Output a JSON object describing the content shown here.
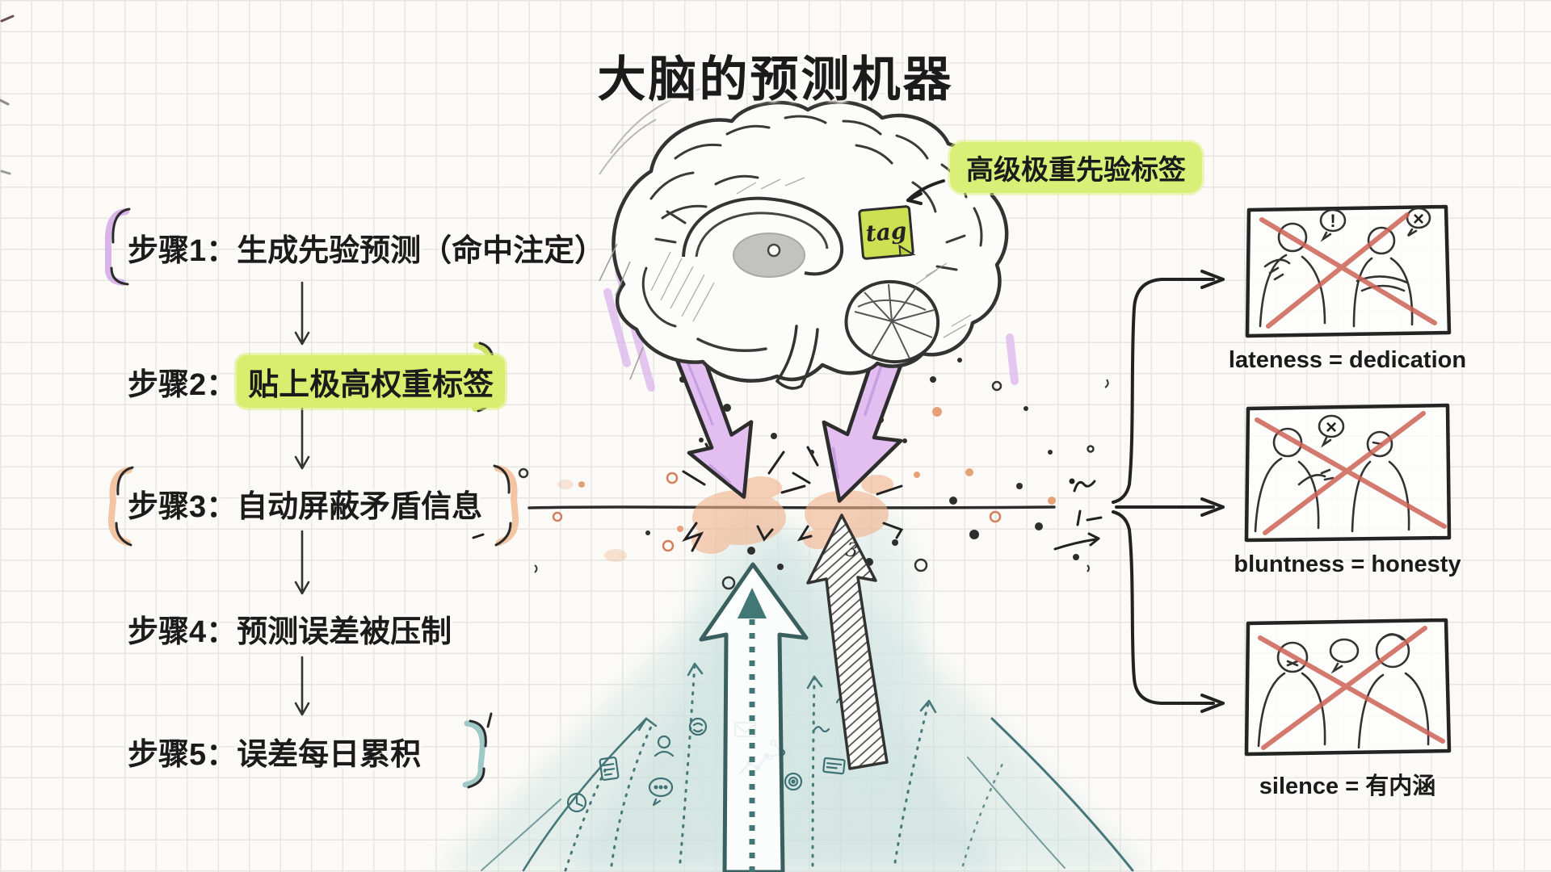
{
  "title": "大脑的预测机器",
  "steps": [
    {
      "label": "步骤1：生成先验预测（命中注定）"
    },
    {
      "prefix": "步骤2：",
      "highlight": "贴上极高权重标签"
    },
    {
      "label": "步骤3：自动屏蔽矛盾信息"
    },
    {
      "label": "步骤4：预测误差被压制"
    },
    {
      "label": "步骤5：误差每日累积"
    }
  ],
  "brain": {
    "annotation": "高级极重先验标签",
    "tag_note": "tag",
    "collision_marker": "3"
  },
  "outcomes": [
    {
      "caption": "lateness = dedication",
      "bubbles": [
        "!",
        "×"
      ]
    },
    {
      "caption": "bluntness = honesty",
      "bubbles": [
        "×"
      ]
    },
    {
      "caption": "silence = 有内涵",
      "bubbles": [
        ""
      ]
    }
  ],
  "colors": {
    "paper": "#fbfaf7",
    "grid": "#e6e5e1",
    "ink": "#222222",
    "highlight_green": "#d9ee6e",
    "tag_green": "#cde052",
    "purple_arrow": "#e2bff0",
    "purple_bracket": "#d8b4e8",
    "peach_burst": "#f2b28c",
    "peach_bracket": "#f3c5a2",
    "teal": "#47787a",
    "teal_bracket": "#9ec9c6",
    "red_cross": "#cd6355"
  },
  "icons": [
    "clock-icon",
    "document-icon",
    "person-icon",
    "speech-dots-icon",
    "coin-face-icon",
    "envelope-icon",
    "line-chart-icon",
    "nodes-icon",
    "target-icon",
    "card-icon",
    "scribble-icon"
  ]
}
